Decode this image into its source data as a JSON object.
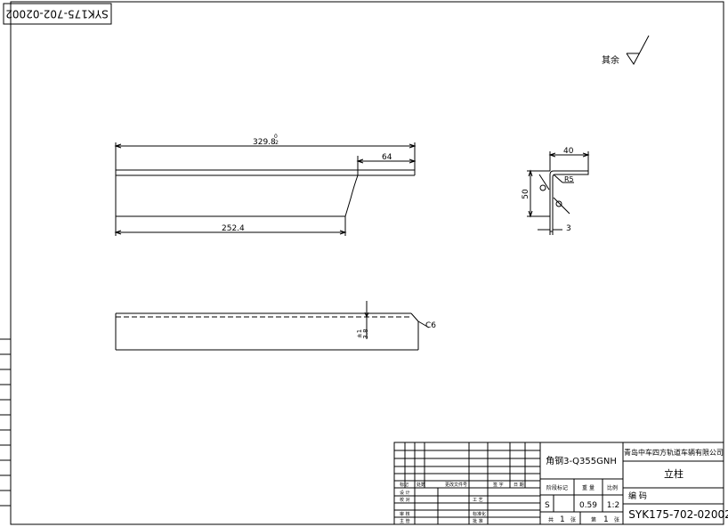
{
  "drawing_number": "SYK175-702-02002",
  "roughness_label": "其余",
  "side_view": {
    "overall_length": "329.8",
    "tolerance_upper": "0",
    "tolerance_lower": "-2",
    "notch_dim": "64",
    "base_dim": "252.4"
  },
  "section_view": {
    "width": "40",
    "height": "50",
    "radius": "R5",
    "thickness": "3"
  },
  "top_view": {
    "chamfer": "C6",
    "dim_a": "±1",
    "dim_b": "3.8"
  },
  "title_block": {
    "material": "角钢3-Q355GNH",
    "company": "青岛中车四方轨道车辆有限公司",
    "part_name": "立柱",
    "code_label": "编 码",
    "stage_mark": "S",
    "weight": "0.59",
    "scale": "1:2",
    "sheets_total_label": "共",
    "sheets_total": "1",
    "sheet_label": "张",
    "sheet_no_label": "第",
    "sheet_no": "1",
    "header_stage": "阶段标记",
    "header_weight": "重 量",
    "header_scale": "比例",
    "rev_labels": [
      "标记",
      "处数",
      "更改文件号",
      "签 字",
      "日 期"
    ],
    "sign_labels": [
      "设 计",
      "校 对",
      "审 核",
      "主 管"
    ],
    "sign_labels_2": [
      "工 艺",
      "标准化",
      "批 准"
    ]
  }
}
